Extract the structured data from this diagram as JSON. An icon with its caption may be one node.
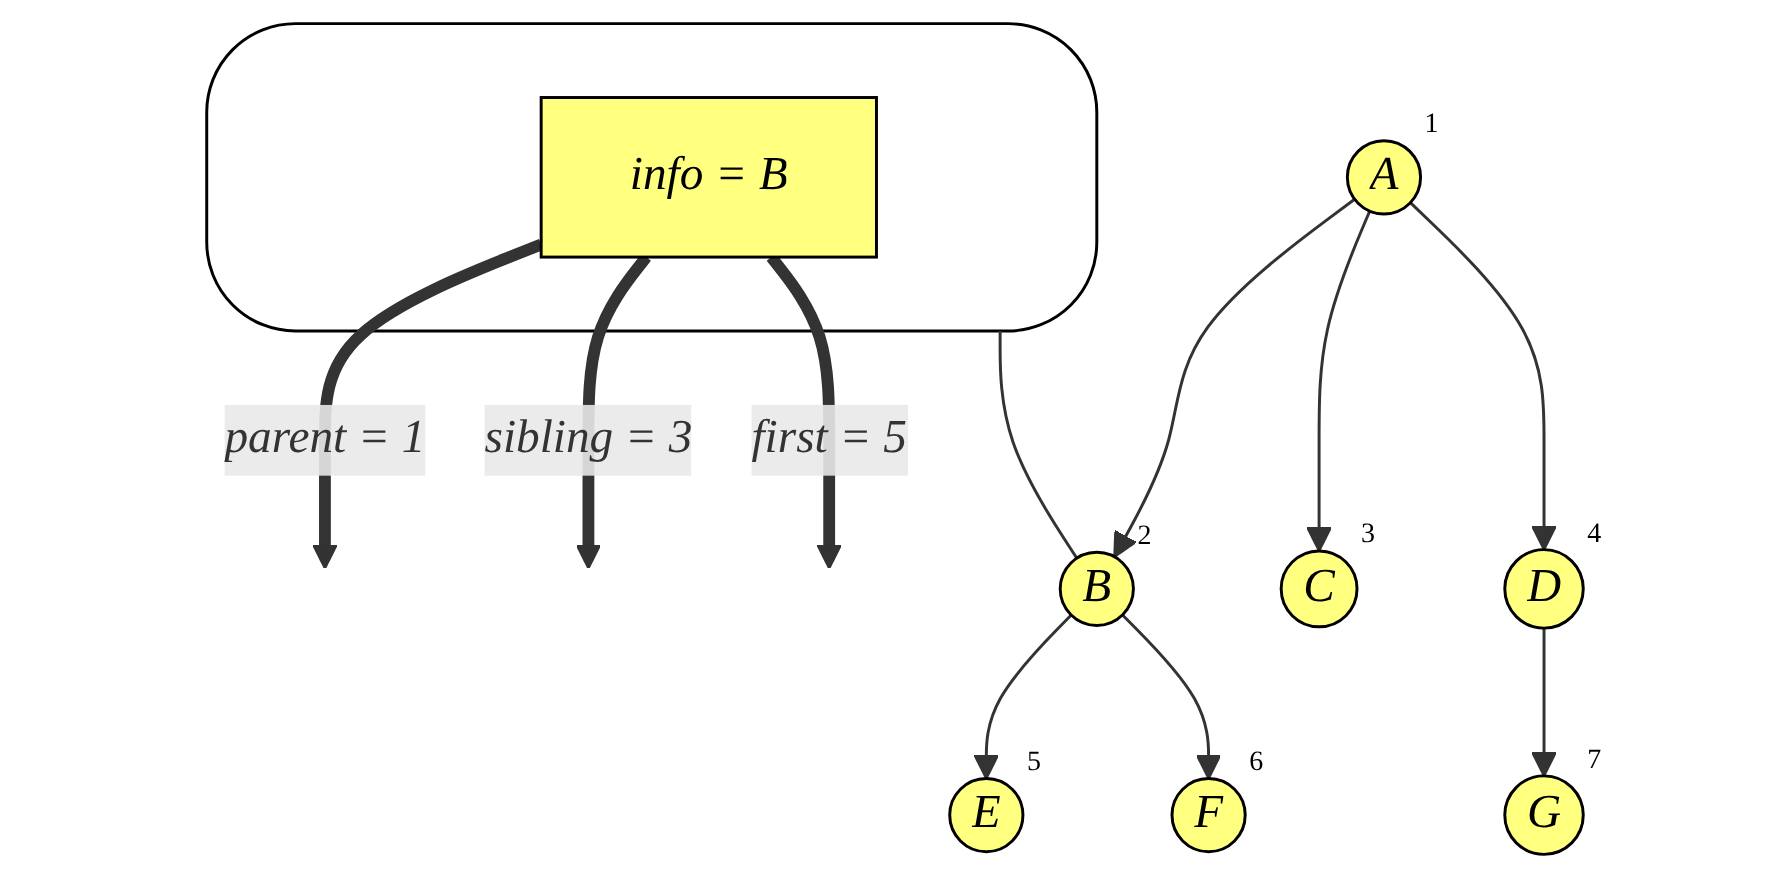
{
  "diagram": {
    "nodes": [
      {
        "text": [],
        "shape": "cloud"
      },
      {
        "text": [
          "info = B"
        ],
        "in": 0
      },
      {
        "text": [
          "A"
        ],
        "beside": [
          "1"
        ]
      },
      {
        "text": [
          "B"
        ],
        "beside": [
          "2"
        ]
      },
      {
        "text": [
          "C"
        ],
        "beside": [
          "3"
        ]
      },
      {
        "text": [
          "D"
        ],
        "beside": [
          "4"
        ]
      },
      {
        "text": [
          "E"
        ],
        "beside": [
          "5"
        ]
      },
      {
        "text": [
          "F"
        ],
        "beside": [
          "6"
        ]
      },
      {
        "text": [
          "G"
        ],
        "beside": [
          "7"
        ]
      }
    ],
    "edges": [
      {
        "from": 2,
        "to": 3,
        "arrow": "to"
      },
      {
        "from": 2,
        "to": 4,
        "arrow": "to"
      },
      {
        "from": 2,
        "to": 5,
        "arrow": "to"
      },
      {
        "from": 3,
        "to": 6,
        "arrow": "to"
      },
      {
        "from": 3,
        "to": 7,
        "arrow": "to"
      },
      {
        "from": 5,
        "to": 8,
        "arrow": "to"
      },
      {
        "from": 0,
        "to": 3,
        "arrow": "none"
      },
      {
        "from": 1,
        "to": null,
        "label": "parent = 1",
        "arrow": "to",
        "style": "thick"
      },
      {
        "from": 1,
        "to": null,
        "label": "sibling = 3",
        "arrow": "to",
        "style": "thick"
      },
      {
        "from": 1,
        "to": null,
        "label": "first = 5",
        "arrow": "to",
        "style": "thick"
      }
    ]
  }
}
